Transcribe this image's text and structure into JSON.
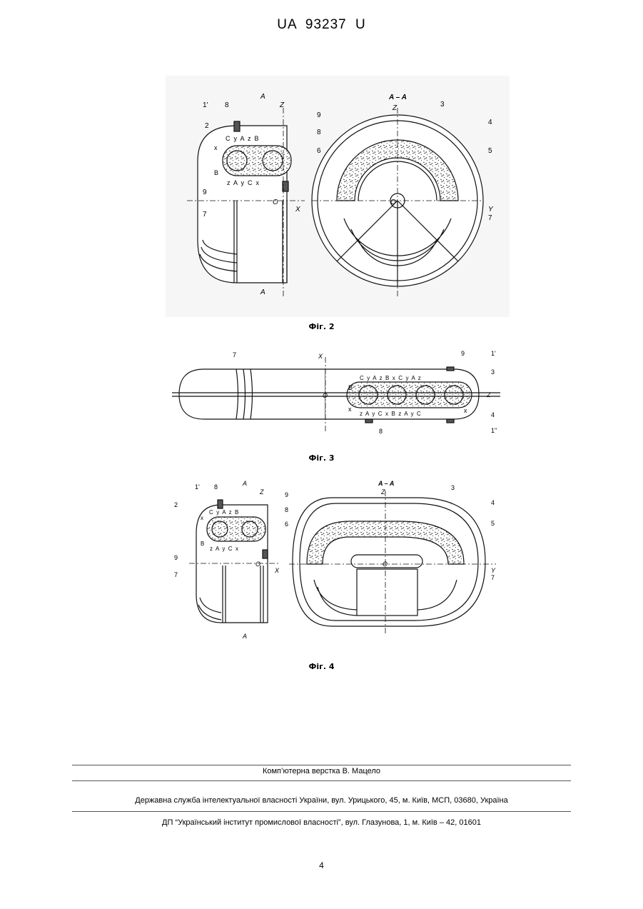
{
  "header": {
    "title": "UA   93237   U"
  },
  "figures": [
    {
      "caption": "Фіг. 2"
    },
    {
      "caption": "Фіг. 3"
    },
    {
      "caption": "Фіг. 4"
    }
  ],
  "fig2": {
    "section": "A – A",
    "axis_z": "Z",
    "axis_x": "X",
    "axis_y": "Y",
    "origin": "O",
    "cut": "A",
    "row_top": "C  y  A  z  B",
    "row_bottom": "z  A  y  C  x",
    "x_mark": "x",
    "b_mark": "B",
    "labels": [
      "1'",
      "2",
      "3",
      "4",
      "5",
      "6",
      "7",
      "8",
      "9"
    ]
  },
  "fig3": {
    "axis_x": "X",
    "axis_z": "Z",
    "origin": "O",
    "row_top": "C  y  A  z  B  x  C  y  A  z",
    "row_bottom": "z  A  y  C  x  B  z  A  y  C",
    "labels": [
      "7",
      "9",
      "1'",
      "3",
      "4",
      "1\"",
      "8",
      "B",
      "x",
      "x"
    ]
  },
  "fig4": {
    "section": "A – A",
    "axis_z": "Z",
    "axis_x": "X",
    "axis_y": "Y",
    "origin": "O",
    "cut": "A",
    "row_top": "C  y  A  z  B",
    "row_bottom": "z  A  y  C  x",
    "x_mark": "x",
    "b_mark": "B",
    "labels": [
      "1'",
      "2",
      "3",
      "4",
      "5",
      "6",
      "7",
      "8",
      "9"
    ]
  },
  "footer": {
    "layout_credit": "Комп’ютерна верстка В. Мацело",
    "office": "Державна служба інтелектуальної власності України, вул. Урицького, 45, м. Київ, МСП, 03680, Україна",
    "institute": "ДП “Український інститут промислової власності”, вул. Глазунова, 1, м. Київ – 42, 01601"
  },
  "page_number": "4"
}
